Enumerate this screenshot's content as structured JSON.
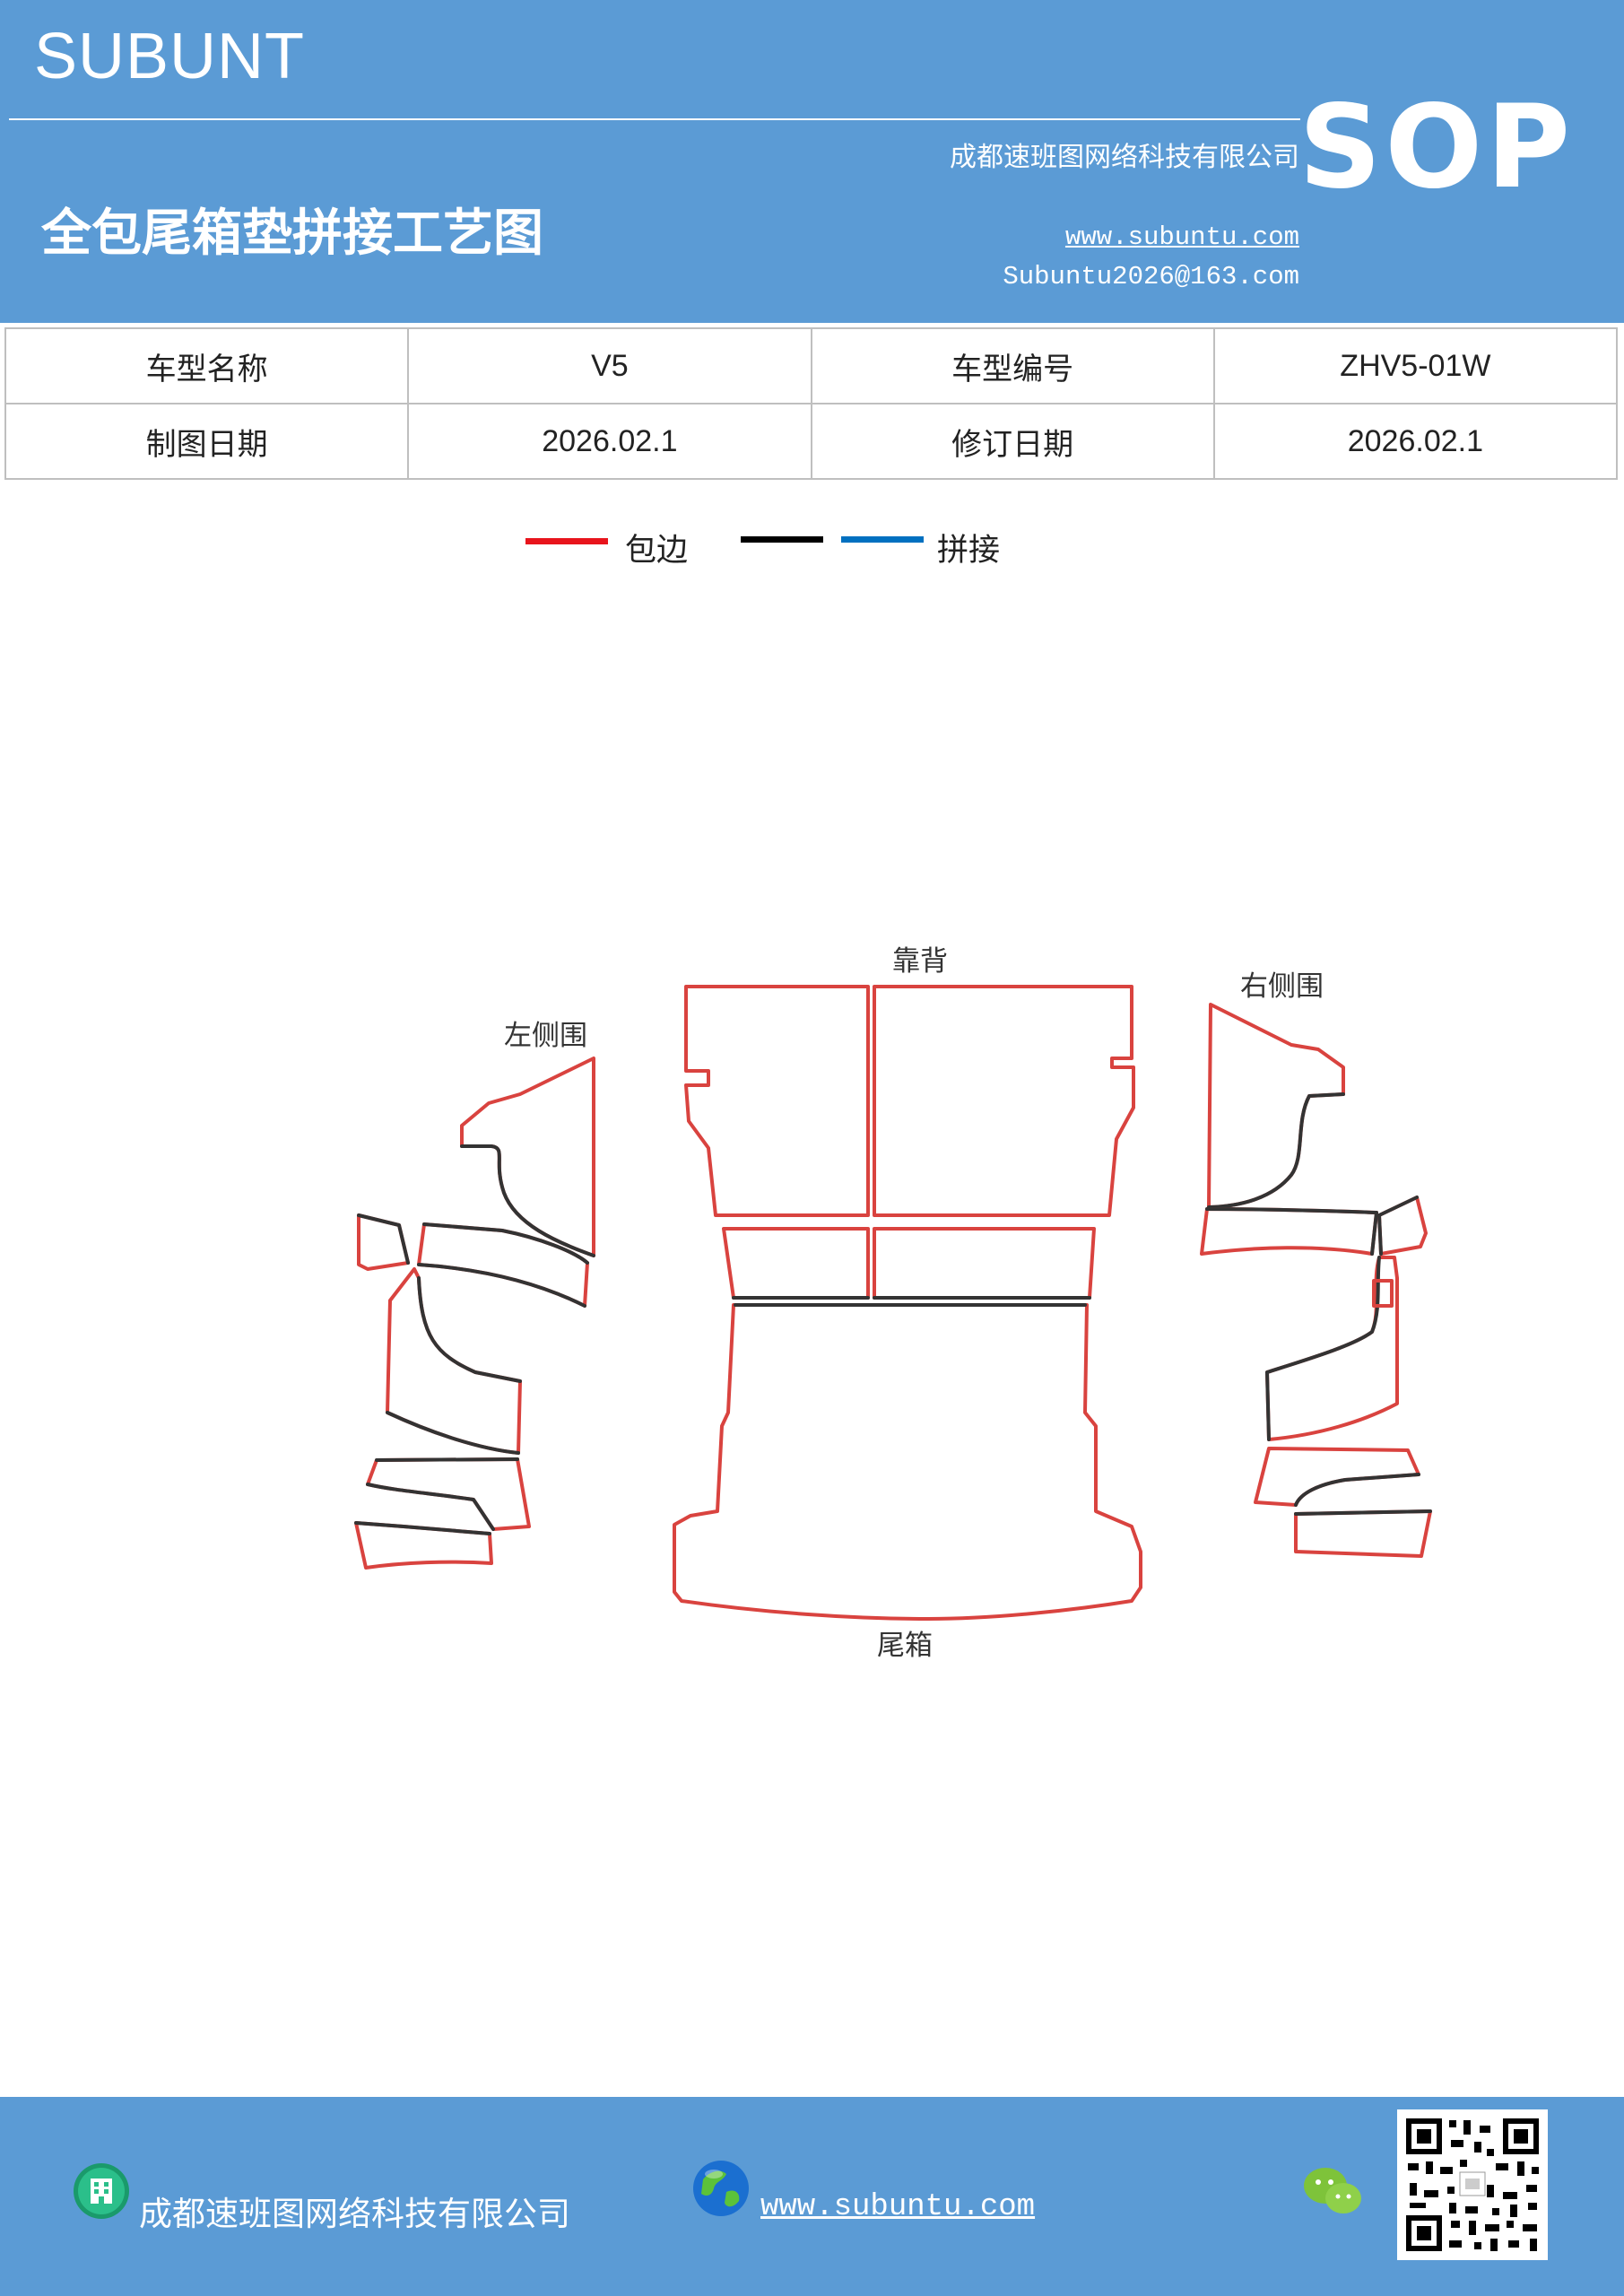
{
  "header": {
    "brand": "SUBUNT",
    "company": "成都速班图网络科技有限公司",
    "title": "全包尾箱垫拼接工艺图",
    "website": "www.subuntu.com",
    "email": "Subuntu2026@163.com",
    "badge": "SOP"
  },
  "info": {
    "model_name_label": "车型名称",
    "model_name": "V5",
    "model_code_label": "车型编号",
    "model_code": "ZHV5-01W",
    "draw_date_label": "制图日期",
    "draw_date": "2026.02.1",
    "revise_date_label": "修订日期",
    "revise_date": "2026.02.1"
  },
  "legend": {
    "edge_label": "包边",
    "splice_label": "拼接",
    "colors": {
      "edge": "#e8141c",
      "black": "#000000",
      "splice": "#0070c0"
    }
  },
  "diagram": {
    "labels": {
      "backrest": "靠背",
      "left_side": "左侧围",
      "right_side": "右侧围",
      "trunk": "尾箱"
    },
    "colors": {
      "outline": "#d9433f",
      "seam": "#333333"
    }
  },
  "footer": {
    "company": "成都速班图网络科技有限公司",
    "website": "www.subuntu.com",
    "icons": [
      "building-icon",
      "globe-icon",
      "wechat-icon",
      "qr-code"
    ]
  },
  "colors": {
    "brand_blue": "#5b9bd5"
  }
}
